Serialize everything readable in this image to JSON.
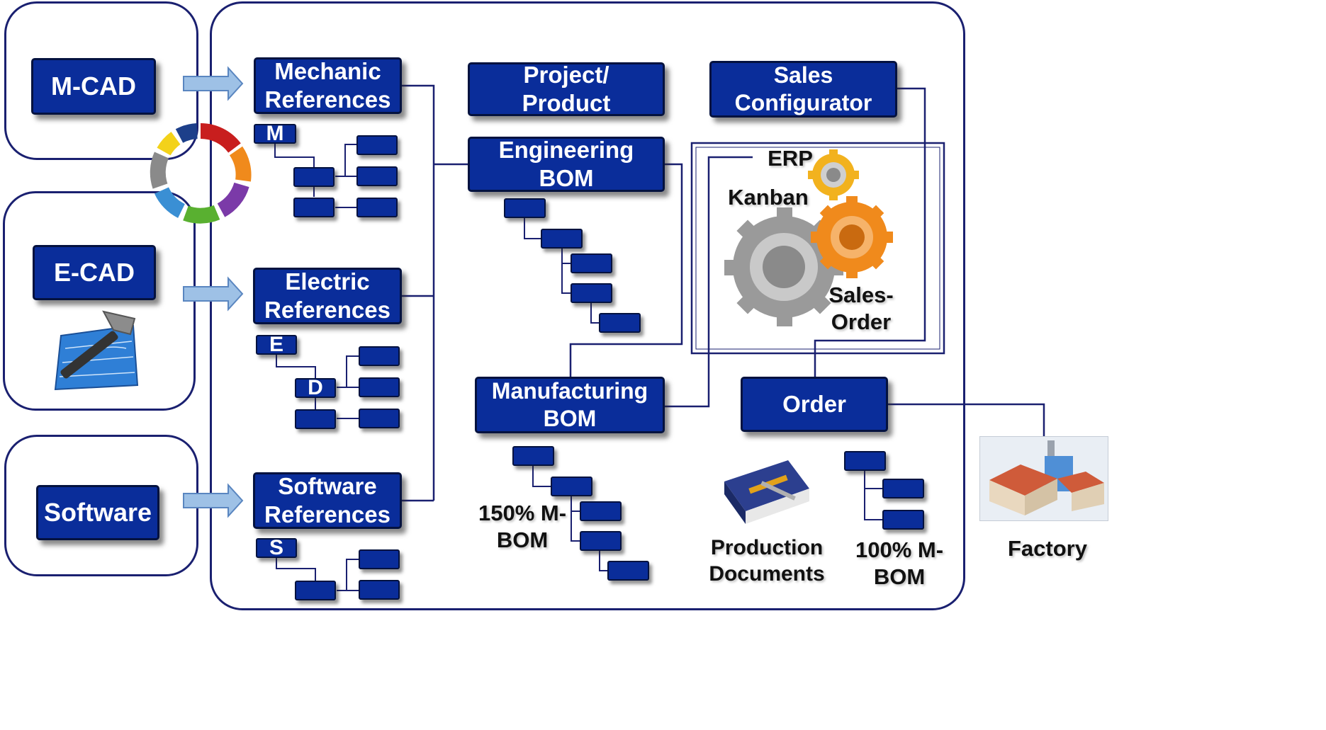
{
  "cad": {
    "mcad": "M-CAD",
    "ecad": "E-CAD",
    "software": "Software"
  },
  "references": {
    "mechanic": "Mechanic References",
    "electric": "Electric References",
    "software": "Software References"
  },
  "tree_letters": {
    "m": "M",
    "e": "E",
    "d": "D",
    "s": "S"
  },
  "center": {
    "project": "Project/ Product",
    "engineering_bom": "Engineering BOM",
    "manufacturing_bom": "Manufacturing BOM",
    "mbom150": "150% M-BOM"
  },
  "right": {
    "sales_configurator": "Sales Configurator",
    "erp": "ERP",
    "kanban": "Kanban",
    "sales_order": "Sales- Order",
    "order": "Order",
    "production_documents": "Production Documents",
    "mbom100": "100% M-BOM"
  },
  "factory": "Factory",
  "colors": {
    "box": "#0a2d9a",
    "box_border": "#04123f",
    "panel_border": "#1a2070",
    "arrow": "#9ec1e6",
    "gear_orange": "#f08a1c",
    "gear_gold": "#f2b21e",
    "gear_gray": "#a9a9a9"
  },
  "icons": {
    "cycle": "process-cycle-icon",
    "ecad": "hammer-blueprint-icon",
    "erp": "gears-icon",
    "documents": "book-tools-icon",
    "factory": "factory-building-icon"
  }
}
